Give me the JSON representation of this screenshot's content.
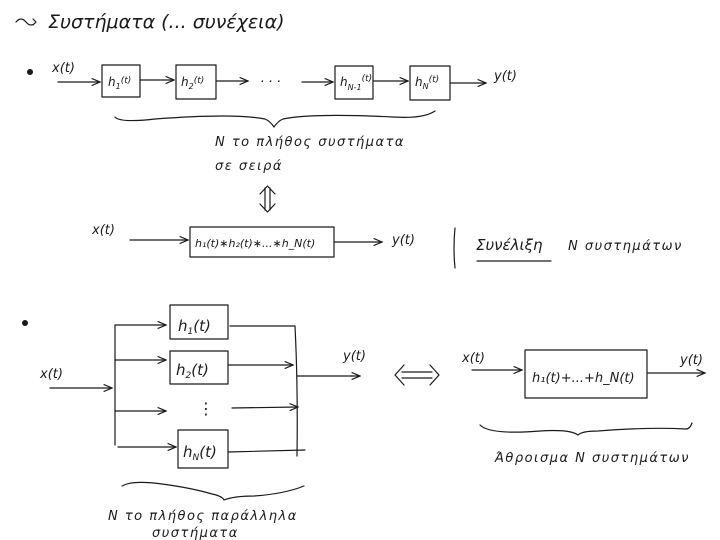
{
  "title": {
    "prefix_icon": "tilde-arrow-icon",
    "text": "Συστήματα (... συνέχεια)"
  },
  "series_section": {
    "bullet": "•",
    "input_label": "x(t)",
    "output_label": "y(t)",
    "blocks": [
      {
        "label": "h",
        "sub": "1",
        "arg": "(t)"
      },
      {
        "label": "h",
        "sub": "2",
        "arg": "(t)"
      },
      {
        "label": "h",
        "sub": "N-1",
        "arg": "(t)"
      },
      {
        "label": "h",
        "sub": "N",
        "arg": "(t)"
      }
    ],
    "ellipsis": "· · ·",
    "note_line1": "N το πλήθος συστήματα",
    "note_line2": "σε σειρά",
    "equivalence_icon": "double-vertical-arrow-icon",
    "equivalent": {
      "input_label": "x(t)",
      "block_text": "h₁(t)∗h₂(t)∗...∗h_N(t)",
      "output_label": "y(t)",
      "annotation_keyword": "Συνέλιξη",
      "annotation_rest": "N συστημάτων"
    }
  },
  "parallel_section": {
    "bullet": "•",
    "input_label": "x(t)",
    "output_label": "y(t)",
    "blocks": [
      {
        "label": "h",
        "sub": "1",
        "arg": "(t)"
      },
      {
        "label": "h",
        "sub": "2",
        "arg": "(t)"
      },
      {
        "label": "h",
        "sub": "N",
        "arg": "(t)"
      }
    ],
    "vertical_ellipsis": "⋮",
    "note_line1": "N το πλήθος παράλληλα",
    "note_line2": "συστήματα",
    "equivalence_icon": "double-horizontal-arrow-icon",
    "equivalent": {
      "input_label": "x(t)",
      "block_text": "h₁(t)+...+h_N(t)",
      "output_label": "y(t)",
      "annotation": "Άθροισμα N συστημάτων"
    }
  }
}
